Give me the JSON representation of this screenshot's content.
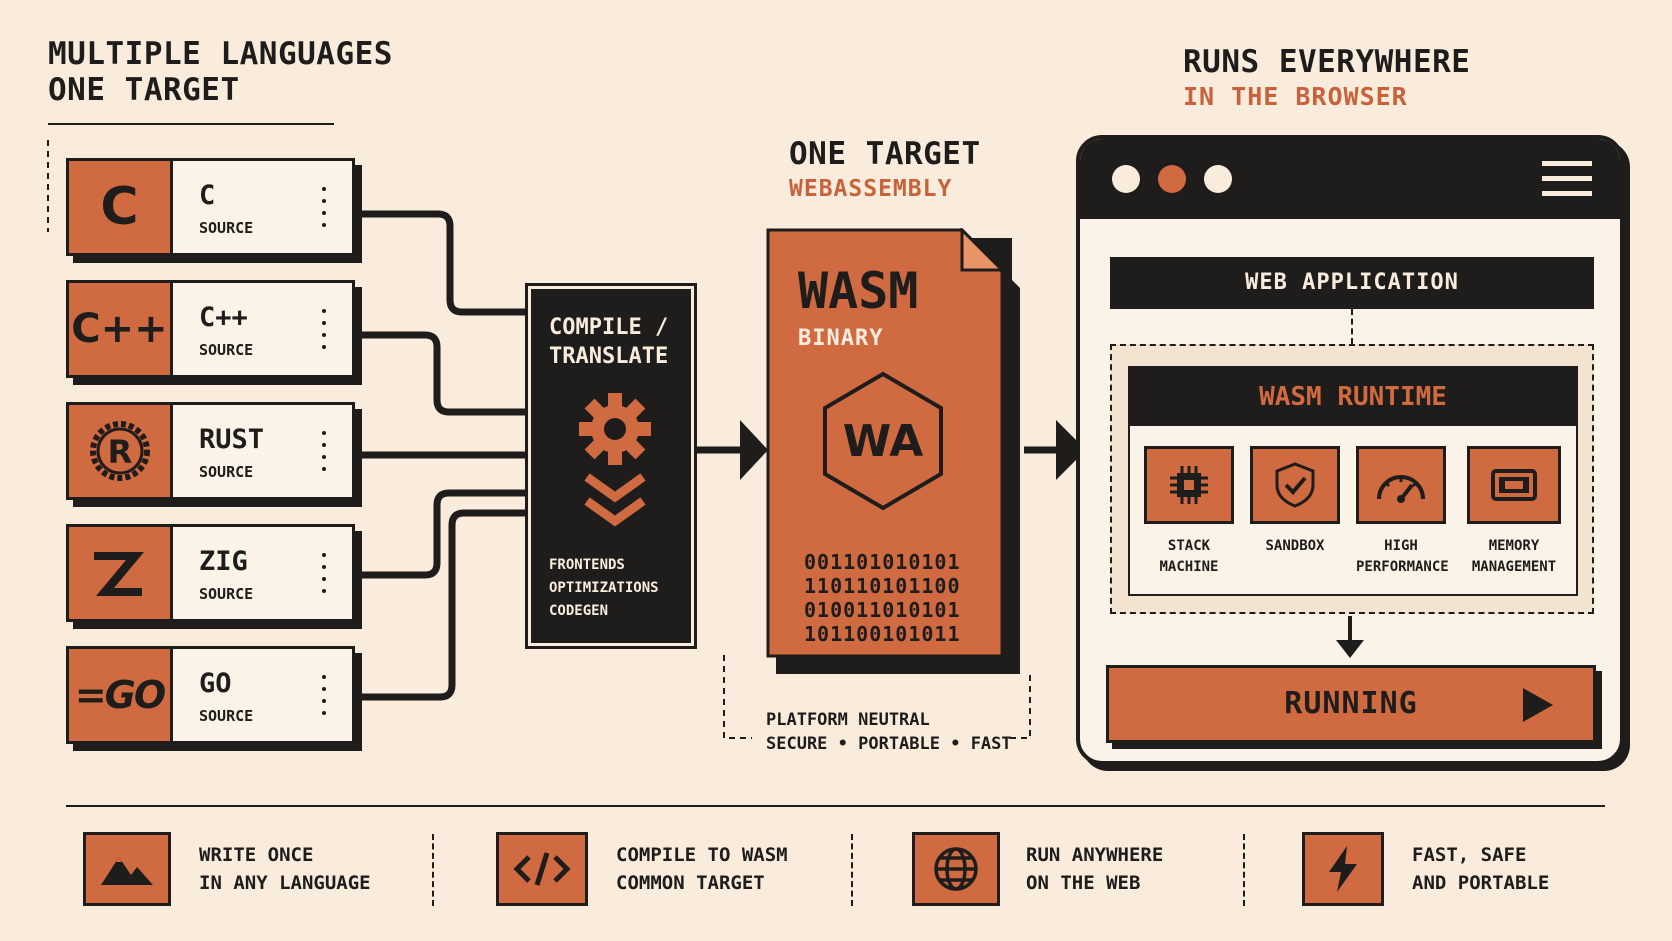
{
  "left_title": {
    "line1": "MULTIPLE LANGUAGES",
    "line2": "ONE TARGET"
  },
  "languages": [
    {
      "icon": "C",
      "name": "C",
      "sub": "SOURCE"
    },
    {
      "icon": "C++",
      "name": "C++",
      "sub": "SOURCE"
    },
    {
      "icon": "R",
      "name": "RUST",
      "sub": "SOURCE"
    },
    {
      "icon": "Z",
      "name": "ZIG",
      "sub": "SOURCE"
    },
    {
      "icon": "=GO",
      "name": "GO",
      "sub": "SOURCE"
    }
  ],
  "compiler": {
    "title1": "COMPILE /",
    "title2": "TRANSLATE",
    "steps": [
      "FRONTENDS",
      "OPTIMIZATIONS",
      "CODEGEN"
    ]
  },
  "middle_title": {
    "line1": "ONE TARGET",
    "line2": "WEBASSEMBLY"
  },
  "wasm_file": {
    "title": "WASM",
    "sub": "BINARY",
    "badge": "WA",
    "binary": [
      "001101010101",
      "110110101100",
      "010011010101",
      "101100101011"
    ]
  },
  "platform_note": {
    "line1": "PLATFORM NEUTRAL",
    "line2": "SECURE • PORTABLE • FAST"
  },
  "right_title": {
    "line1": "RUNS EVERYWHERE",
    "line2": "IN THE BROWSER"
  },
  "browser": {
    "web_app": "WEB APPLICATION",
    "runtime": "WASM RUNTIME",
    "features": [
      {
        "icon": "chip-icon",
        "l1": "STACK",
        "l2": "MACHINE"
      },
      {
        "icon": "shield-icon",
        "l1": "SANDBOX",
        "l2": ""
      },
      {
        "icon": "gauge-icon",
        "l1": "HIGH",
        "l2": "PERFORMANCE"
      },
      {
        "icon": "memory-icon",
        "l1": "MEMORY",
        "l2": "MANAGEMENT"
      }
    ],
    "running": "RUNNING"
  },
  "footer": [
    {
      "icon": "mountain-icon",
      "l1": "WRITE ONCE",
      "l2": "IN ANY LANGUAGE"
    },
    {
      "icon": "code-icon",
      "l1": "COMPILE TO WASM",
      "l2": "COMMON TARGET"
    },
    {
      "icon": "globe-icon",
      "l1": "RUN ANYWHERE",
      "l2": "ON THE WEB"
    },
    {
      "icon": "bolt-icon",
      "l1": "FAST, SAFE",
      "l2": "AND PORTABLE"
    }
  ],
  "colors": {
    "accent": "#d06a40",
    "ink": "#1f1d1b",
    "paper": "#f9ecdd"
  }
}
